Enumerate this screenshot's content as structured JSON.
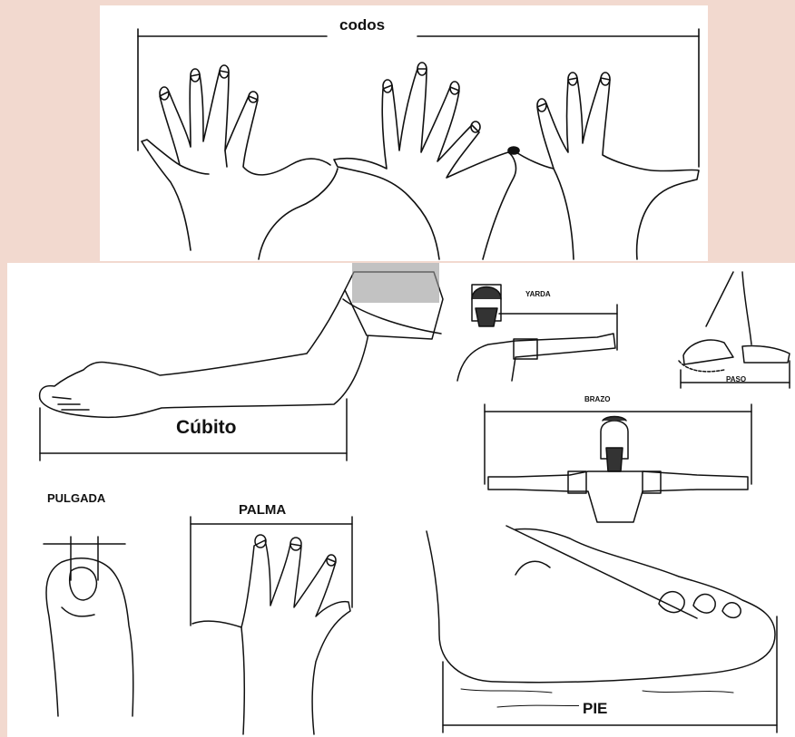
{
  "labels": {
    "codos": "codos",
    "cubito": "Cúbito",
    "pulgada": "PULGADA",
    "palma": "PALMA",
    "yarda": "YARDA",
    "paso": "PASO",
    "brazo": "BRAZO",
    "pie": "PIE"
  },
  "colors": {
    "background": "#f2d9cf",
    "panel": "#ffffff",
    "ink": "#111111"
  }
}
